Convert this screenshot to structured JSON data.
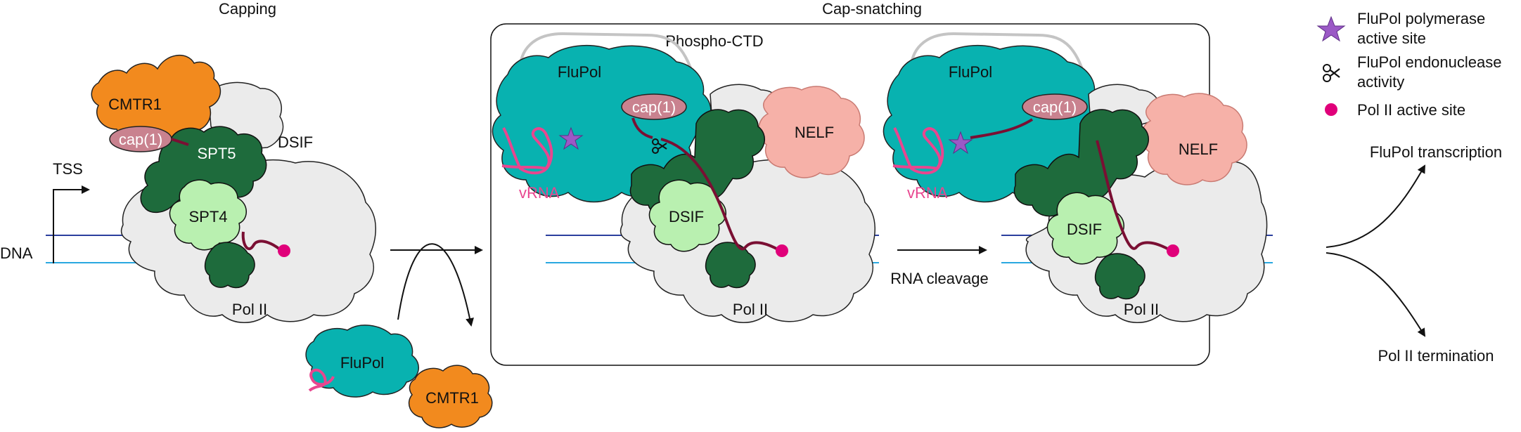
{
  "titles": {
    "capping": "Capping",
    "cap_snatching": "Cap-snatching",
    "phospho_ctd": "Phospho-CTD"
  },
  "labels": {
    "cmtr1": "CMTR1",
    "cap1": "cap(1)",
    "spt5": "SPT5",
    "spt4": "SPT4",
    "dsif": "DSIF",
    "tss": "TSS",
    "dna": "DNA",
    "pol2": "Pol II",
    "flupol": "FluPol",
    "nelf": "NELF",
    "vrna": "vRNA",
    "rna_cleavage": "RNA cleavage",
    "flupol_transcription": "FluPol transcription",
    "pol2_termination": "Pol II termination"
  },
  "legend": [
    {
      "icon": "star-icon",
      "line1": "FluPol polymerase",
      "line2": "active site",
      "color": "#9b59c6"
    },
    {
      "icon": "scissors-icon",
      "line1": "FluPol endonuclease",
      "line2": "activity",
      "color": "#111111"
    },
    {
      "icon": "dot-icon",
      "line1": "Pol II active site",
      "line2": "",
      "color": "#e0007a"
    }
  ],
  "colors": {
    "pol2": "#ebebeb",
    "cmtr1": "#f28a1e",
    "spt5": "#1e6b3c",
    "spt4": "#b9f0b0",
    "flupol": "#08b2b0",
    "nelf": "#f6b1a8",
    "cap": "#c9828f",
    "rna": "#7a0f33",
    "vrna": "#e8468f",
    "dna_template": "#2b3f9e",
    "dna_nontemplate": "#2aa8e0",
    "ctd": "#c4c4c4"
  }
}
